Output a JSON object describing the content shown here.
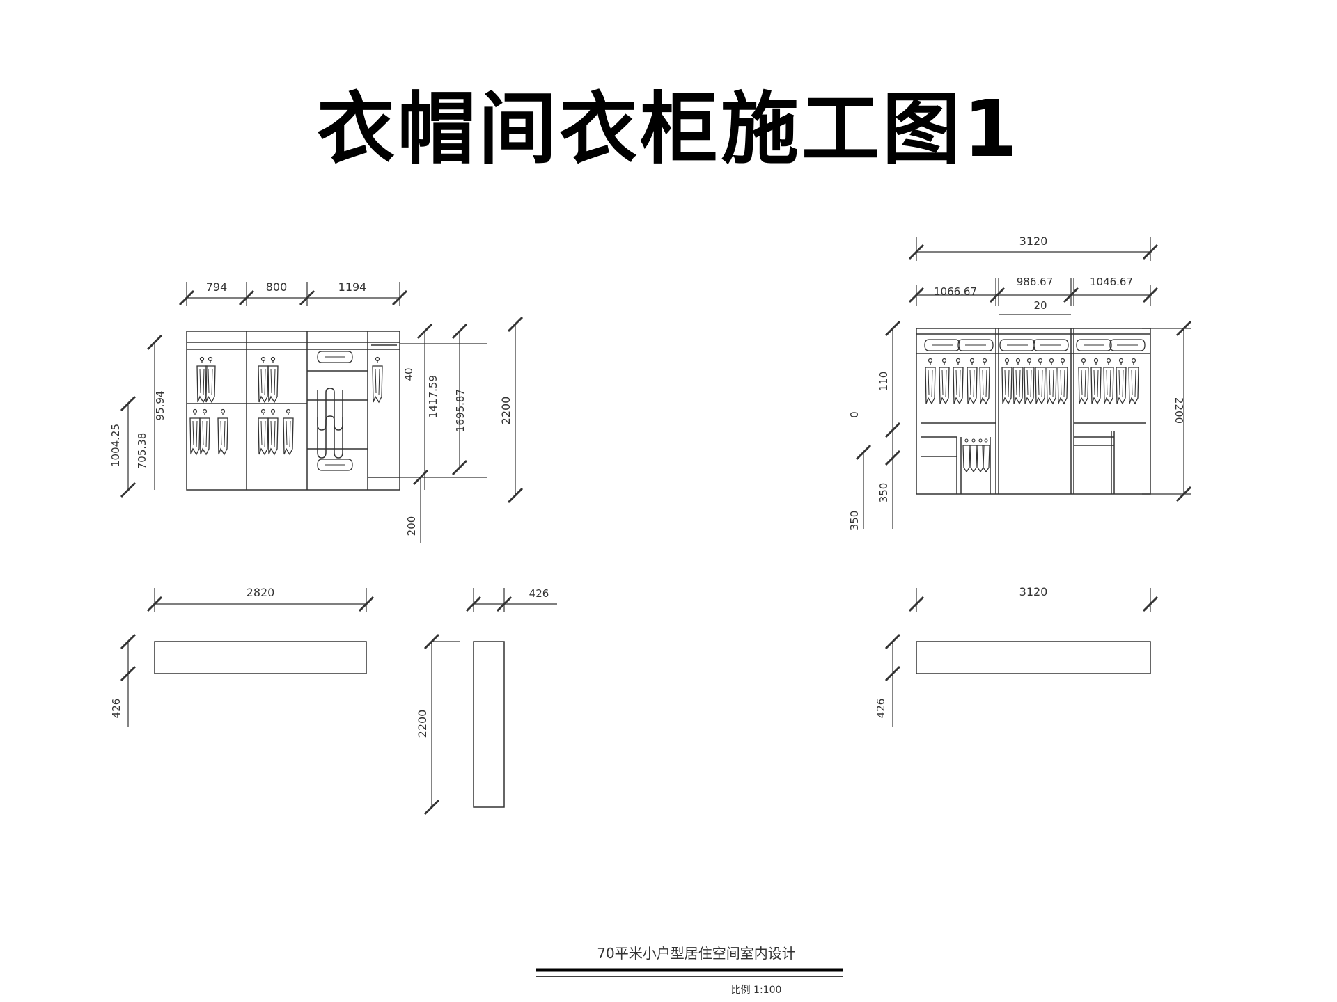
{
  "title": "衣帽间衣柜施工图1",
  "left_elevation": {
    "widths": [
      "794",
      "800",
      "1194"
    ],
    "heights": [
      "1004.25",
      "705.38",
      "95.94",
      "40",
      "1417.59",
      "1695.87",
      "2200",
      "200"
    ]
  },
  "left_plan": {
    "width": "2820",
    "depth": "426"
  },
  "side_view": {
    "depth": "426",
    "height": "2200"
  },
  "right_elevation": {
    "total_width": "3120",
    "sections": [
      "1066.67",
      "986.67",
      "1046.67"
    ],
    "gap": "20",
    "heights": [
      "110",
      "0",
      "350",
      "350",
      "2200"
    ]
  },
  "right_plan": {
    "width": "3120",
    "depth": "426"
  },
  "footer": {
    "project": "70平米小户型居住空间室内设计",
    "scale": "比例 1:100"
  }
}
